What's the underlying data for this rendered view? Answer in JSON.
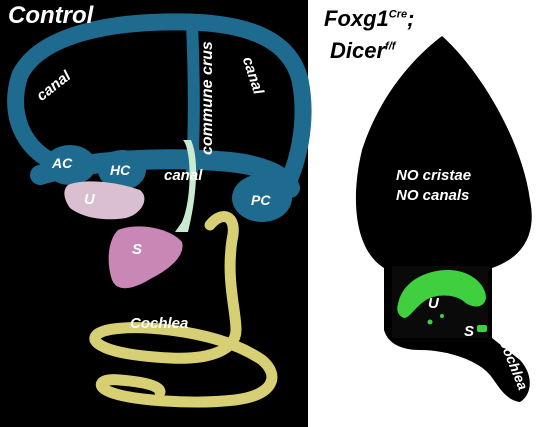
{
  "control_panel": {
    "title": "Control",
    "labels": {
      "canal_left": "canal",
      "canal_right": "canal",
      "commune_crus": "commune crus",
      "canal_horizontal": "canal",
      "ac": "AC",
      "hc": "HC",
      "pc": "PC",
      "u": "U",
      "s": "S",
      "cochlea": "Cochlea"
    }
  },
  "mutant_panel": {
    "title_gene": "Foxg1",
    "title_gene_sup": "Cre",
    "title_sep": ";",
    "title_dicer": "Dicer",
    "title_dicer_sup": "f/f",
    "note_line1": "NO cristae",
    "note_line2": "NO canals",
    "u": "U",
    "s": "S",
    "cochlea": "Cochlea"
  },
  "colors": {
    "canal_blue": "#1f6a8f",
    "utricle_pink": "#d9bfd0",
    "saccule_pink": "#c987b6",
    "cochlea_yellow": "#d7cf74",
    "crus_green": "#c9ead0",
    "hair_cell_green": "#3fcf3f",
    "silhouette": "#000000"
  }
}
